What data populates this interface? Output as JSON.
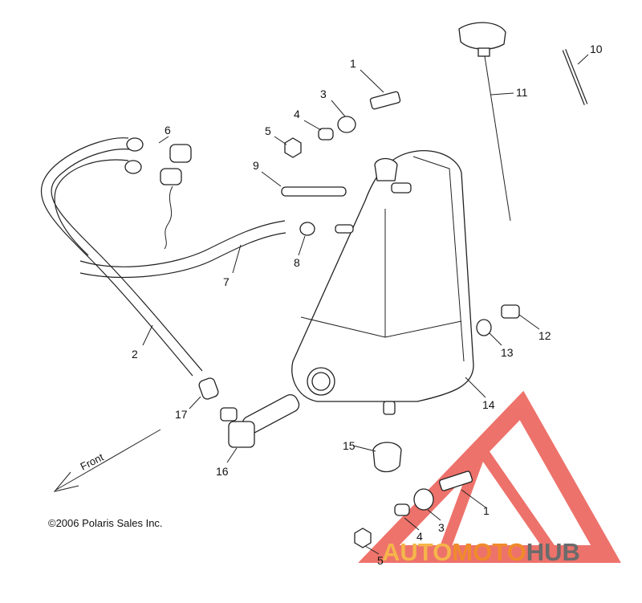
{
  "callouts": [
    "1",
    "3",
    "4",
    "5",
    "6",
    "9",
    "8",
    "7",
    "2",
    "10",
    "11",
    "12",
    "13",
    "14",
    "15",
    "16",
    "17",
    "1",
    "3",
    "4",
    "5"
  ],
  "front_label": "Front",
  "copyright": "©2006 Polaris Sales Inc.",
  "watermark": {
    "part1": "AUTO",
    "part2": "MOTO",
    "part3": "HUB",
    "color_light": "#f5b54a",
    "color_mid": "#f08a2c",
    "color_dark": "#6b6b6b",
    "logo_color": "#e8443a"
  }
}
